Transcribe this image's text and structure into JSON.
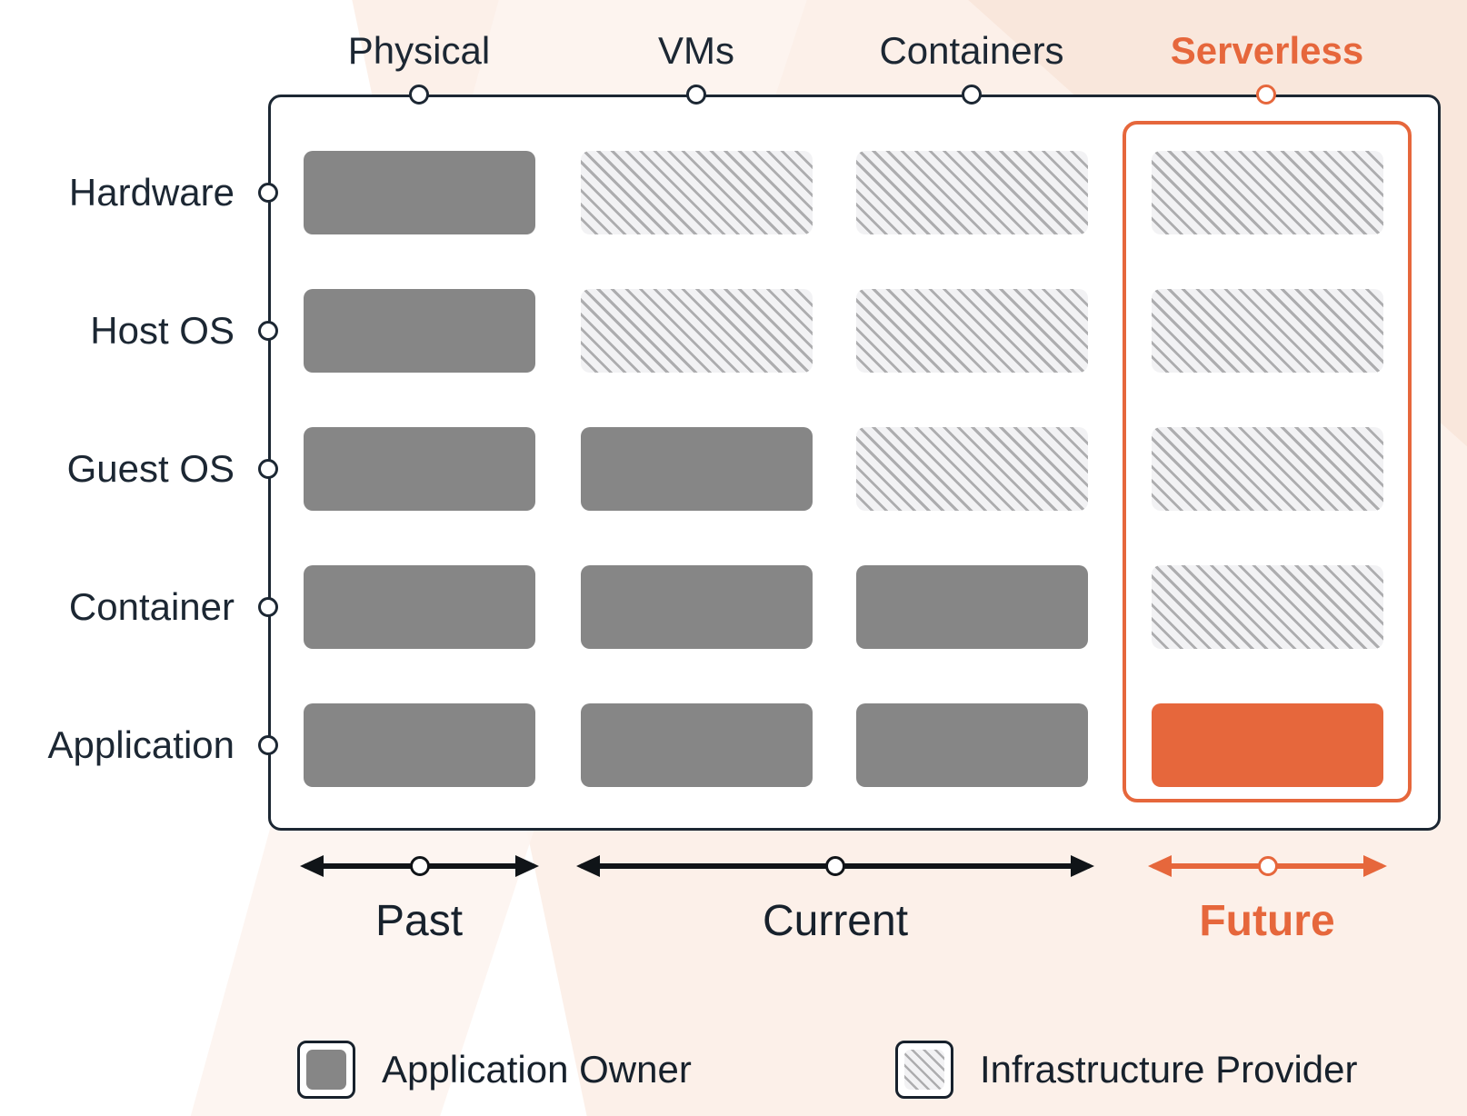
{
  "matrix": {
    "row_labels": [
      "Hardware",
      "Host OS",
      "Guest OS",
      "Container",
      "Application"
    ],
    "columns": [
      {
        "id": "physical",
        "label": "Physical",
        "highlight": false,
        "cells": [
          "owner",
          "owner",
          "owner",
          "owner",
          "owner"
        ]
      },
      {
        "id": "vms",
        "label": "VMs",
        "highlight": false,
        "cells": [
          "provider",
          "provider",
          "owner",
          "owner",
          "owner"
        ]
      },
      {
        "id": "containers",
        "label": "Containers",
        "highlight": false,
        "cells": [
          "provider",
          "provider",
          "provider",
          "owner",
          "owner"
        ]
      },
      {
        "id": "serverless",
        "label": "Serverless",
        "highlight": true,
        "cells": [
          "provider",
          "provider",
          "provider",
          "provider",
          "accent"
        ]
      }
    ]
  },
  "timeline": [
    {
      "id": "past",
      "label": "Past",
      "columns_spanned": [
        "physical"
      ],
      "accent": false
    },
    {
      "id": "current",
      "label": "Current",
      "columns_spanned": [
        "vms",
        "containers"
      ],
      "accent": false
    },
    {
      "id": "future",
      "label": "Future",
      "columns_spanned": [
        "serverless"
      ],
      "accent": true
    }
  ],
  "legend": [
    {
      "id": "application-owner",
      "label": "Application Owner",
      "swatch": "owner"
    },
    {
      "id": "infrastructure-provider",
      "label": "Infrastructure Provider",
      "swatch": "provider"
    }
  ],
  "colors": {
    "accent_orange": "#e6673c",
    "owner_gray": "#868686",
    "hatch_line": "#adadaf",
    "hatch_bg": "#f2f2f4",
    "ink": "#1c2733",
    "bg_peach": "#fae7dc"
  }
}
